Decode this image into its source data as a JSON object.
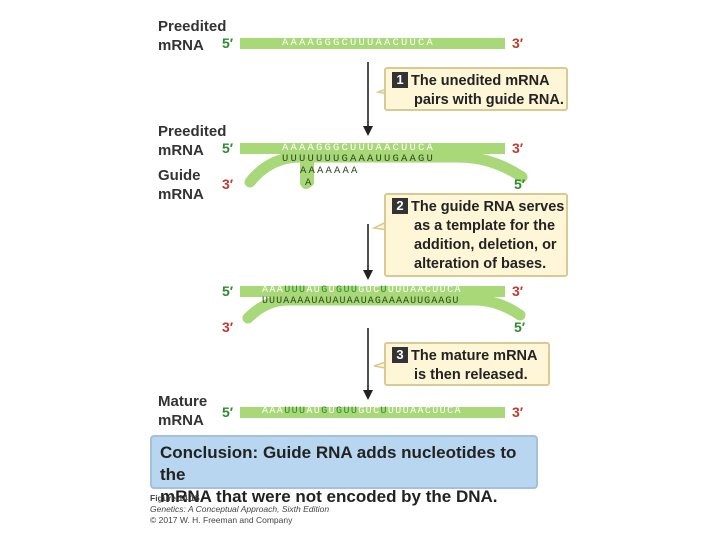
{
  "labels": {
    "preedited_mrna_1": "Preedited mRNA",
    "preedited_mrna_2": "Preedited mRNA",
    "guide_mrna": "Guide mRNA",
    "mature_mrna": "Mature mRNA"
  },
  "ends": {
    "five": "5′",
    "three": "3′"
  },
  "sequences": {
    "preedited": "AAAAGGGCUUUAACUUCA",
    "guide_top": "UUUUUUUGAAAUUGAAGU",
    "guide_overhang": "AAAAAAA",
    "guide_overhang_2": "A",
    "edited_segments": [
      "AAA",
      "UUU",
      "AU",
      "G",
      "U",
      "G",
      "UU",
      "G",
      "U",
      "C",
      "U",
      "UUUAACUUCA"
    ],
    "edited_guide": "UUUAAAAUAUAUAAUAGAAAAUUGAAGU"
  },
  "steps": [
    {
      "num": "1",
      "text": [
        "The unedited mRNA",
        "pairs with guide RNA."
      ]
    },
    {
      "num": "2",
      "text": [
        "The guide RNA serves",
        "as a template for the",
        "addition, deletion, or",
        "alteration of bases."
      ]
    },
    {
      "num": "3",
      "text": [
        "The mature mRNA",
        "is then released."
      ]
    }
  ],
  "conclusion": {
    "lead": "Conclusion:",
    "line1": "Guide RNA adds nucleotides to the",
    "line2": "mRNA that were not encoded by the DNA."
  },
  "caption": {
    "figure": "Figure 14.15",
    "book": "Genetics: A Conceptual Approach, Sixth Edition",
    "copyright": "© 2017 W. H. Freeman and Company"
  },
  "colors": {
    "strand": "#a8d878",
    "strand_dark": "#7fbf50",
    "five_prime": "#2e8b2e",
    "three_prime": "#c0392b",
    "step_box": "#fef6d6",
    "conclusion_box": "#b9d6f0"
  }
}
